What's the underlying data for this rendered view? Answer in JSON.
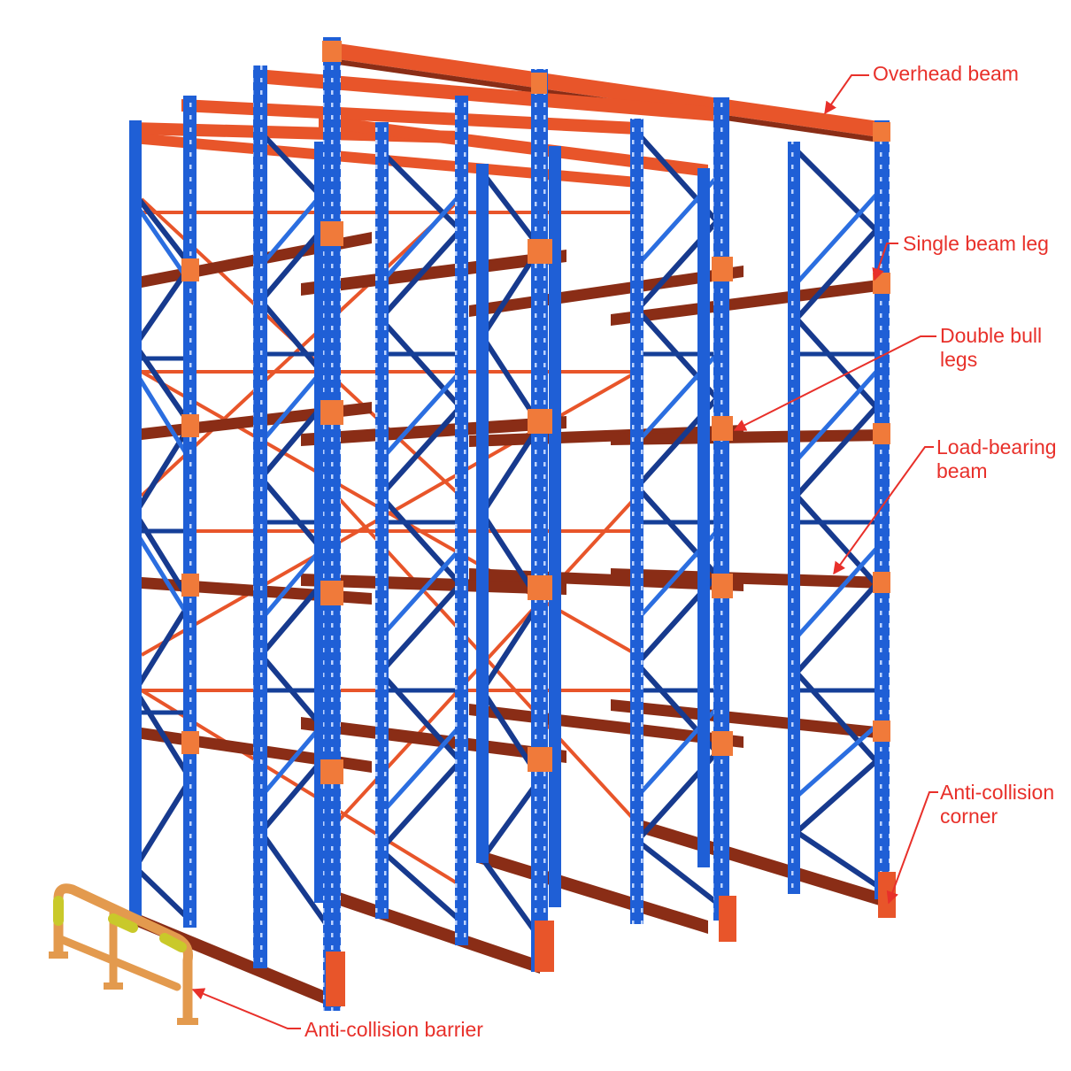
{
  "labels": {
    "overhead_beam": "Overhead beam",
    "single_beam_leg": "Single beam leg",
    "double_bull_legs": "Double bull\nlegs",
    "load_bearing_beam": "Load-bearing\nbeam",
    "anti_collision_corner": "Anti-collision\ncorner",
    "anti_collision_barrier": "Anti-collision barrier"
  },
  "colors": {
    "upright": "#1f5fd6",
    "upright_dark": "#153f98",
    "brace": "#173a8e",
    "beam": "#e8552a",
    "beam_dark": "#8a2d16",
    "connector": "#f07a3a",
    "barrier": "#e39a4e",
    "barrier_stripe": "#c9c92a",
    "label": "#e8302a"
  }
}
